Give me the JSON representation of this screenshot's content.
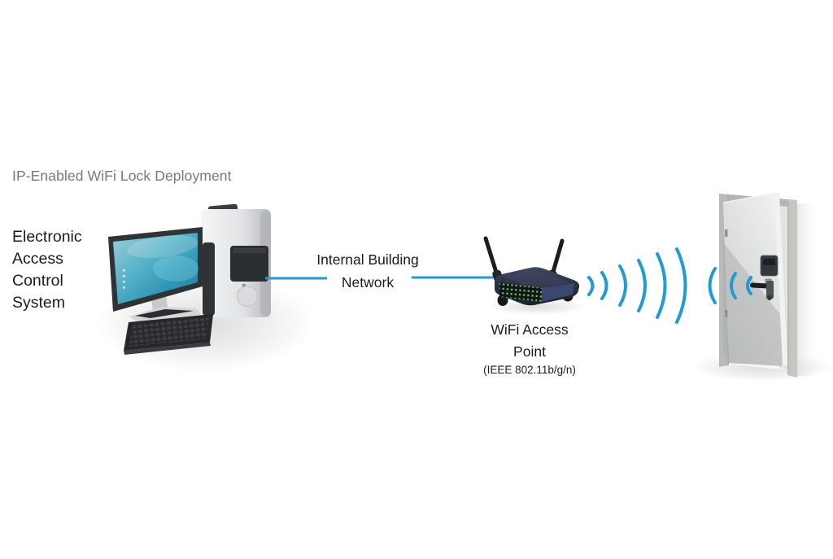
{
  "title": "IP-Enabled WiFi Lock Deployment",
  "colors": {
    "background": "#ffffff",
    "accent_blue": "#219bd3",
    "title_gray": "#787878",
    "text_dark": "#1c1c1c",
    "led_green": "#67c667"
  },
  "nodes": {
    "control_system": {
      "label_lines": [
        "Electronic",
        "Access",
        "Control",
        "System"
      ]
    },
    "network_link": {
      "label_lines": [
        "Internal Building",
        "Network"
      ]
    },
    "access_point": {
      "label_lines": [
        "WiFi Access",
        "Point"
      ],
      "standard": "(IEEE 802.11b/g/n)"
    }
  },
  "illustrations": [
    "desktop-computer",
    "wifi-router",
    "wifi-waves",
    "door-with-wifi-lock"
  ]
}
